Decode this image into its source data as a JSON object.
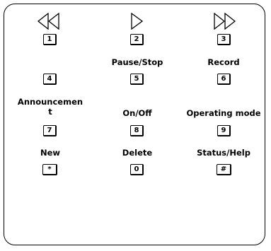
{
  "keypad": {
    "icons": {
      "key1": "rewind-icon",
      "key2": "play-icon",
      "key3": "fast-forward-icon"
    },
    "keys": [
      {
        "key": "1",
        "label": ""
      },
      {
        "key": "2",
        "label": ""
      },
      {
        "key": "3",
        "label": ""
      },
      {
        "key": "4",
        "label": ""
      },
      {
        "key": "5",
        "label": "Pause/Stop"
      },
      {
        "key": "6",
        "label": "Record"
      },
      {
        "key": "7",
        "label_line1": "Announcemen",
        "label_line2": "t"
      },
      {
        "key": "8",
        "label": "On/Off"
      },
      {
        "key": "9",
        "label": "Operating mode"
      },
      {
        "key": "*",
        "label": "New"
      },
      {
        "key": "0",
        "label": "Delete"
      },
      {
        "key": "#",
        "label": "Status/Help"
      }
    ]
  }
}
